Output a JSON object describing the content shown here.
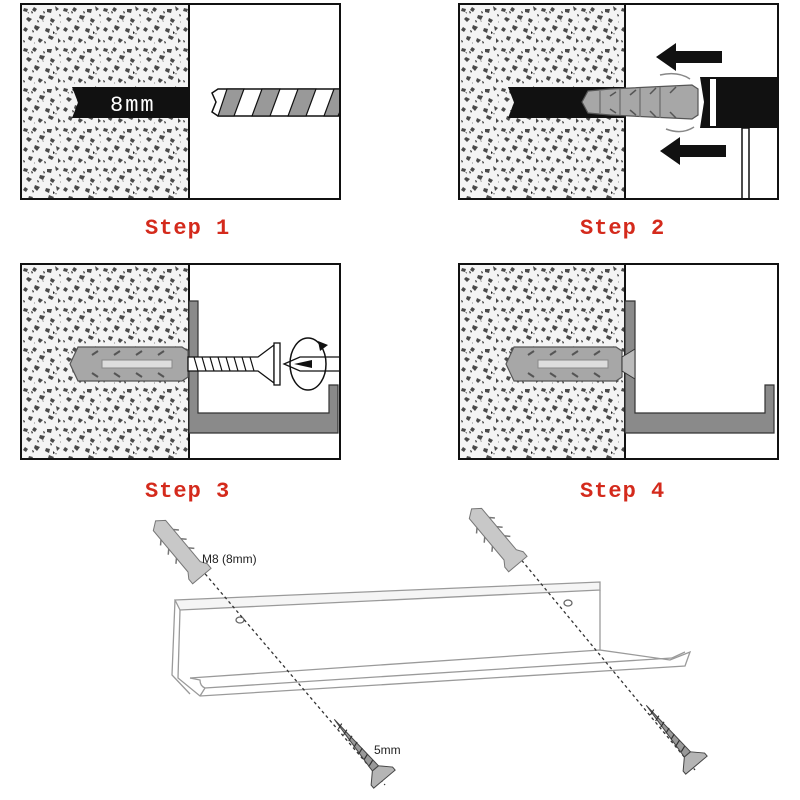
{
  "steps": [
    {
      "label": "Step 1",
      "drill_size": "8mm"
    },
    {
      "label": "Step 2"
    },
    {
      "label": "Step 3"
    },
    {
      "label": "Step 4"
    }
  ],
  "overview": {
    "anchor_label": "M8 (8mm)",
    "screw_label": "5mm"
  },
  "colors": {
    "step_text": "#d42a1c",
    "anchor_gray": "#a7a7a7",
    "bracket_gray": "#8a8a8a",
    "outline": "#111111"
  }
}
